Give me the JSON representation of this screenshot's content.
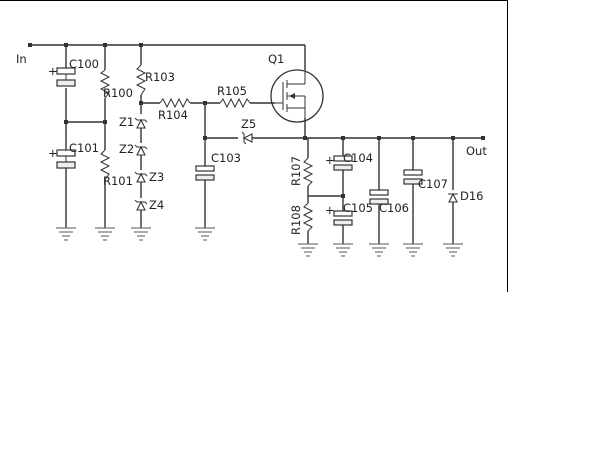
{
  "schematic": {
    "input_label": "In",
    "output_label": "Out",
    "transistor": "Q1",
    "capacitors": [
      "C100",
      "C101",
      "C103",
      "C104",
      "C105",
      "C106",
      "C107"
    ],
    "resistors": [
      "R100",
      "R101",
      "R103",
      "R104",
      "R105",
      "R107",
      "R108"
    ],
    "zeners": [
      "Z1",
      "Z2",
      "Z3",
      "Z4",
      "Z5"
    ],
    "diode": "D16",
    "plus_sign": "+"
  },
  "colors": {
    "ink": "#333333",
    "background": "#ffffff",
    "frame": "#000000"
  }
}
